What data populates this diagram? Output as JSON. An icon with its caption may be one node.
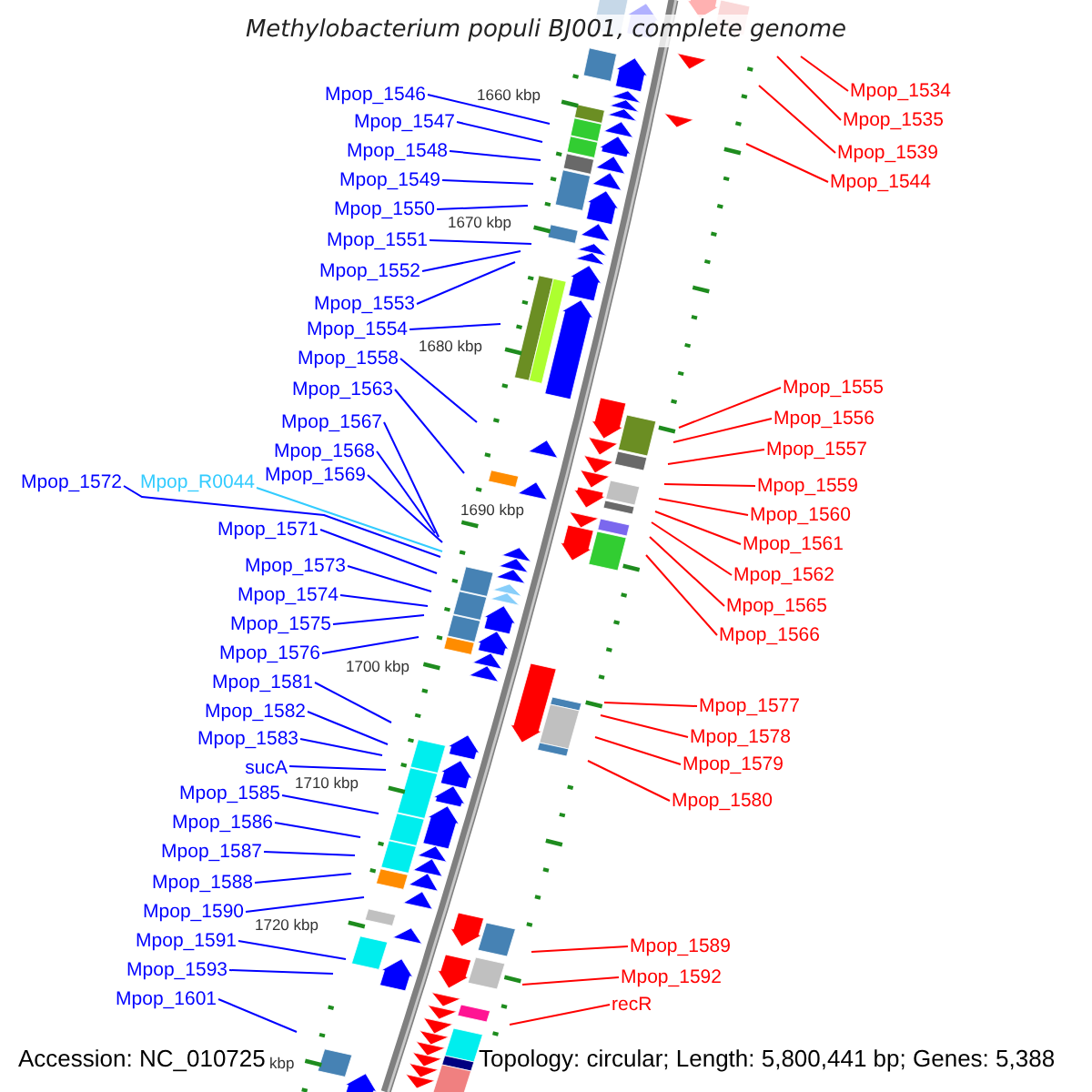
{
  "diagram": {
    "title": "Methylobacterium populi BJ001, complete genome",
    "nodes": [
      {
        "text": [
          "Mpop_1534"
        ]
      },
      {
        "text": [
          "Mpop_1546"
        ]
      },
      {
        "text": [
          "Mpop_1535"
        ]
      },
      {
        "text": [
          "Mpop_1547"
        ]
      },
      {
        "text": [
          "Mpop_1548"
        ]
      },
      {
        "text": [
          "Mpop_1539"
        ]
      },
      {
        "text": [
          "Mpop_1549"
        ]
      },
      {
        "text": [
          "Mpop_1544"
        ]
      },
      {
        "text": [
          "Mpop_1550"
        ]
      },
      {
        "text": [
          "Mpop_1551"
        ]
      },
      {
        "text": [
          "Mpop_1552"
        ]
      },
      {
        "text": [
          "Mpop_1553"
        ]
      },
      {
        "text": [
          "Mpop_1554"
        ]
      },
      {
        "text": [
          "Mpop_1558"
        ]
      },
      {
        "text": [
          "Mpop_1555"
        ]
      },
      {
        "text": [
          "Mpop_1563"
        ]
      },
      {
        "text": [
          "Mpop_1556"
        ]
      },
      {
        "text": [
          "Mpop_1567"
        ]
      },
      {
        "text": [
          "Mpop_1557"
        ]
      },
      {
        "text": [
          "Mpop_1568"
        ]
      },
      {
        "text": [
          "Mpop_1572"
        ]
      },
      {
        "text": [
          "Mpop_R0044"
        ]
      },
      {
        "text": [
          "Mpop_1569"
        ]
      },
      {
        "text": [
          "Mpop_1559"
        ]
      },
      {
        "text": [
          "Mpop_1560"
        ]
      },
      {
        "text": [
          "Mpop_1571"
        ]
      },
      {
        "text": [
          "Mpop_1561"
        ]
      },
      {
        "text": [
          "Mpop_1573"
        ]
      },
      {
        "text": [
          "Mpop_1562"
        ]
      },
      {
        "text": [
          "Mpop_1574"
        ]
      },
      {
        "text": [
          "Mpop_1565"
        ]
      },
      {
        "text": [
          "Mpop_1575"
        ]
      },
      {
        "text": [
          "Mpop_1566"
        ]
      },
      {
        "text": [
          "Mpop_1576"
        ]
      },
      {
        "text": [
          "Mpop_1581"
        ]
      },
      {
        "text": [
          "Mpop_1577"
        ]
      },
      {
        "text": [
          "Mpop_1582"
        ]
      },
      {
        "text": [
          "Mpop_1578"
        ]
      },
      {
        "text": [
          "Mpop_1583"
        ]
      },
      {
        "text": [
          "Mpop_1579"
        ]
      },
      {
        "text": [
          "sucA"
        ]
      },
      {
        "text": [
          "Mpop_1585"
        ]
      },
      {
        "text": [
          "Mpop_1580"
        ]
      },
      {
        "text": [
          "Mpop_1586"
        ]
      },
      {
        "text": [
          "Mpop_1587"
        ]
      },
      {
        "text": [
          "Mpop_1588"
        ]
      },
      {
        "text": [
          "Mpop_1590"
        ]
      },
      {
        "text": [
          "Mpop_1591"
        ]
      },
      {
        "text": [
          "Mpop_1589"
        ]
      },
      {
        "text": [
          "Mpop_1593"
        ]
      },
      {
        "text": [
          "Mpop_1592"
        ]
      },
      {
        "text": [
          "Mpop_1601"
        ]
      },
      {
        "text": [
          "recR"
        ]
      }
    ],
    "edges": [
      {
        "from": 0,
        "to": null,
        "arrow": "none",
        "color": "#ff0000"
      },
      {
        "from": 1,
        "to": null,
        "arrow": "none"
      },
      {
        "from": 2,
        "to": null,
        "arrow": "none",
        "color": "#ff0000"
      },
      {
        "from": 3,
        "to": null,
        "arrow": "none"
      },
      {
        "from": 4,
        "to": null,
        "arrow": "none"
      },
      {
        "from": 5,
        "to": null,
        "arrow": "none",
        "color": "#ff0000"
      },
      {
        "from": 6,
        "to": null,
        "arrow": "none"
      },
      {
        "from": 7,
        "to": null,
        "arrow": "none",
        "color": "#ff0000"
      },
      {
        "from": 8,
        "to": null,
        "arrow": "none"
      },
      {
        "from": 9,
        "to": null,
        "arrow": "none"
      },
      {
        "from": 10,
        "to": null,
        "arrow": "none"
      },
      {
        "from": 11,
        "to": null,
        "arrow": "none"
      },
      {
        "from": 12,
        "to": null,
        "arrow": "none"
      },
      {
        "from": 13,
        "to": null,
        "arrow": "none"
      },
      {
        "from": 14,
        "to": null,
        "arrow": "none",
        "color": "#ff0000"
      },
      {
        "from": 15,
        "to": null,
        "arrow": "none"
      },
      {
        "from": 16,
        "to": null,
        "arrow": "none",
        "color": "#ff0000"
      },
      {
        "from": 17,
        "to": null,
        "arrow": "none"
      },
      {
        "from": 18,
        "to": null,
        "arrow": "none",
        "color": "#ff0000"
      },
      {
        "from": 19,
        "to": null,
        "arrow": "none"
      },
      {
        "from": 20,
        "to": null,
        "arrow": "none"
      },
      {
        "from": 21,
        "to": null,
        "arrow": "none",
        "color": "#33ccff"
      },
      {
        "from": 22,
        "to": null,
        "arrow": "none"
      },
      {
        "from": 23,
        "to": null,
        "arrow": "none",
        "color": "#ff0000"
      },
      {
        "from": 24,
        "to": null,
        "arrow": "none",
        "color": "#ff0000"
      },
      {
        "from": 25,
        "to": null,
        "arrow": "none"
      },
      {
        "from": 26,
        "to": null,
        "arrow": "none",
        "color": "#ff0000"
      },
      {
        "from": 27,
        "to": null,
        "arrow": "none"
      },
      {
        "from": 28,
        "to": null,
        "arrow": "none",
        "color": "#ff0000"
      },
      {
        "from": 29,
        "to": null,
        "arrow": "none"
      },
      {
        "from": 30,
        "to": null,
        "arrow": "none",
        "color": "#ff0000"
      },
      {
        "from": 31,
        "to": null,
        "arrow": "none"
      },
      {
        "from": 32,
        "to": null,
        "arrow": "none",
        "color": "#ff0000"
      },
      {
        "from": 33,
        "to": null,
        "arrow": "none"
      },
      {
        "from": 34,
        "to": null,
        "arrow": "none"
      },
      {
        "from": 35,
        "to": null,
        "arrow": "none",
        "color": "#ff0000"
      },
      {
        "from": 36,
        "to": null,
        "arrow": "none"
      },
      {
        "from": 37,
        "to": null,
        "arrow": "none",
        "color": "#ff0000"
      },
      {
        "from": 38,
        "to": null,
        "arrow": "none"
      },
      {
        "from": 39,
        "to": null,
        "arrow": "none",
        "color": "#ff0000"
      },
      {
        "from": 40,
        "to": null,
        "arrow": "none"
      },
      {
        "from": 41,
        "to": null,
        "arrow": "none"
      },
      {
        "from": 42,
        "to": null,
        "arrow": "none",
        "color": "#ff0000"
      },
      {
        "from": 43,
        "to": null,
        "arrow": "none"
      },
      {
        "from": 44,
        "to": null,
        "arrow": "none"
      },
      {
        "from": 45,
        "to": null,
        "arrow": "none"
      },
      {
        "from": 46,
        "to": null,
        "arrow": "none"
      },
      {
        "from": 47,
        "to": null,
        "arrow": "none"
      },
      {
        "from": 48,
        "to": null,
        "arrow": "none",
        "color": "#ff0000"
      },
      {
        "from": 49,
        "to": null,
        "arrow": "none"
      },
      {
        "from": 50,
        "to": null,
        "arrow": "none",
        "color": "#ff0000"
      },
      {
        "from": 51,
        "to": null,
        "arrow": "none"
      },
      {
        "from": 52,
        "to": null,
        "arrow": "none",
        "color": "#ff0000"
      }
    ],
    "labels": [
      "1660 kbp",
      "1670 kbp",
      "1680 kbp",
      "1690 kbp",
      "1700 kbp",
      "1710 kbp",
      "1720 kbp",
      "kbp",
      "Accession: NC_010725",
      "Topology: circular; Length: 5,800,441 bp; Genes: 5,388"
    ]
  }
}
